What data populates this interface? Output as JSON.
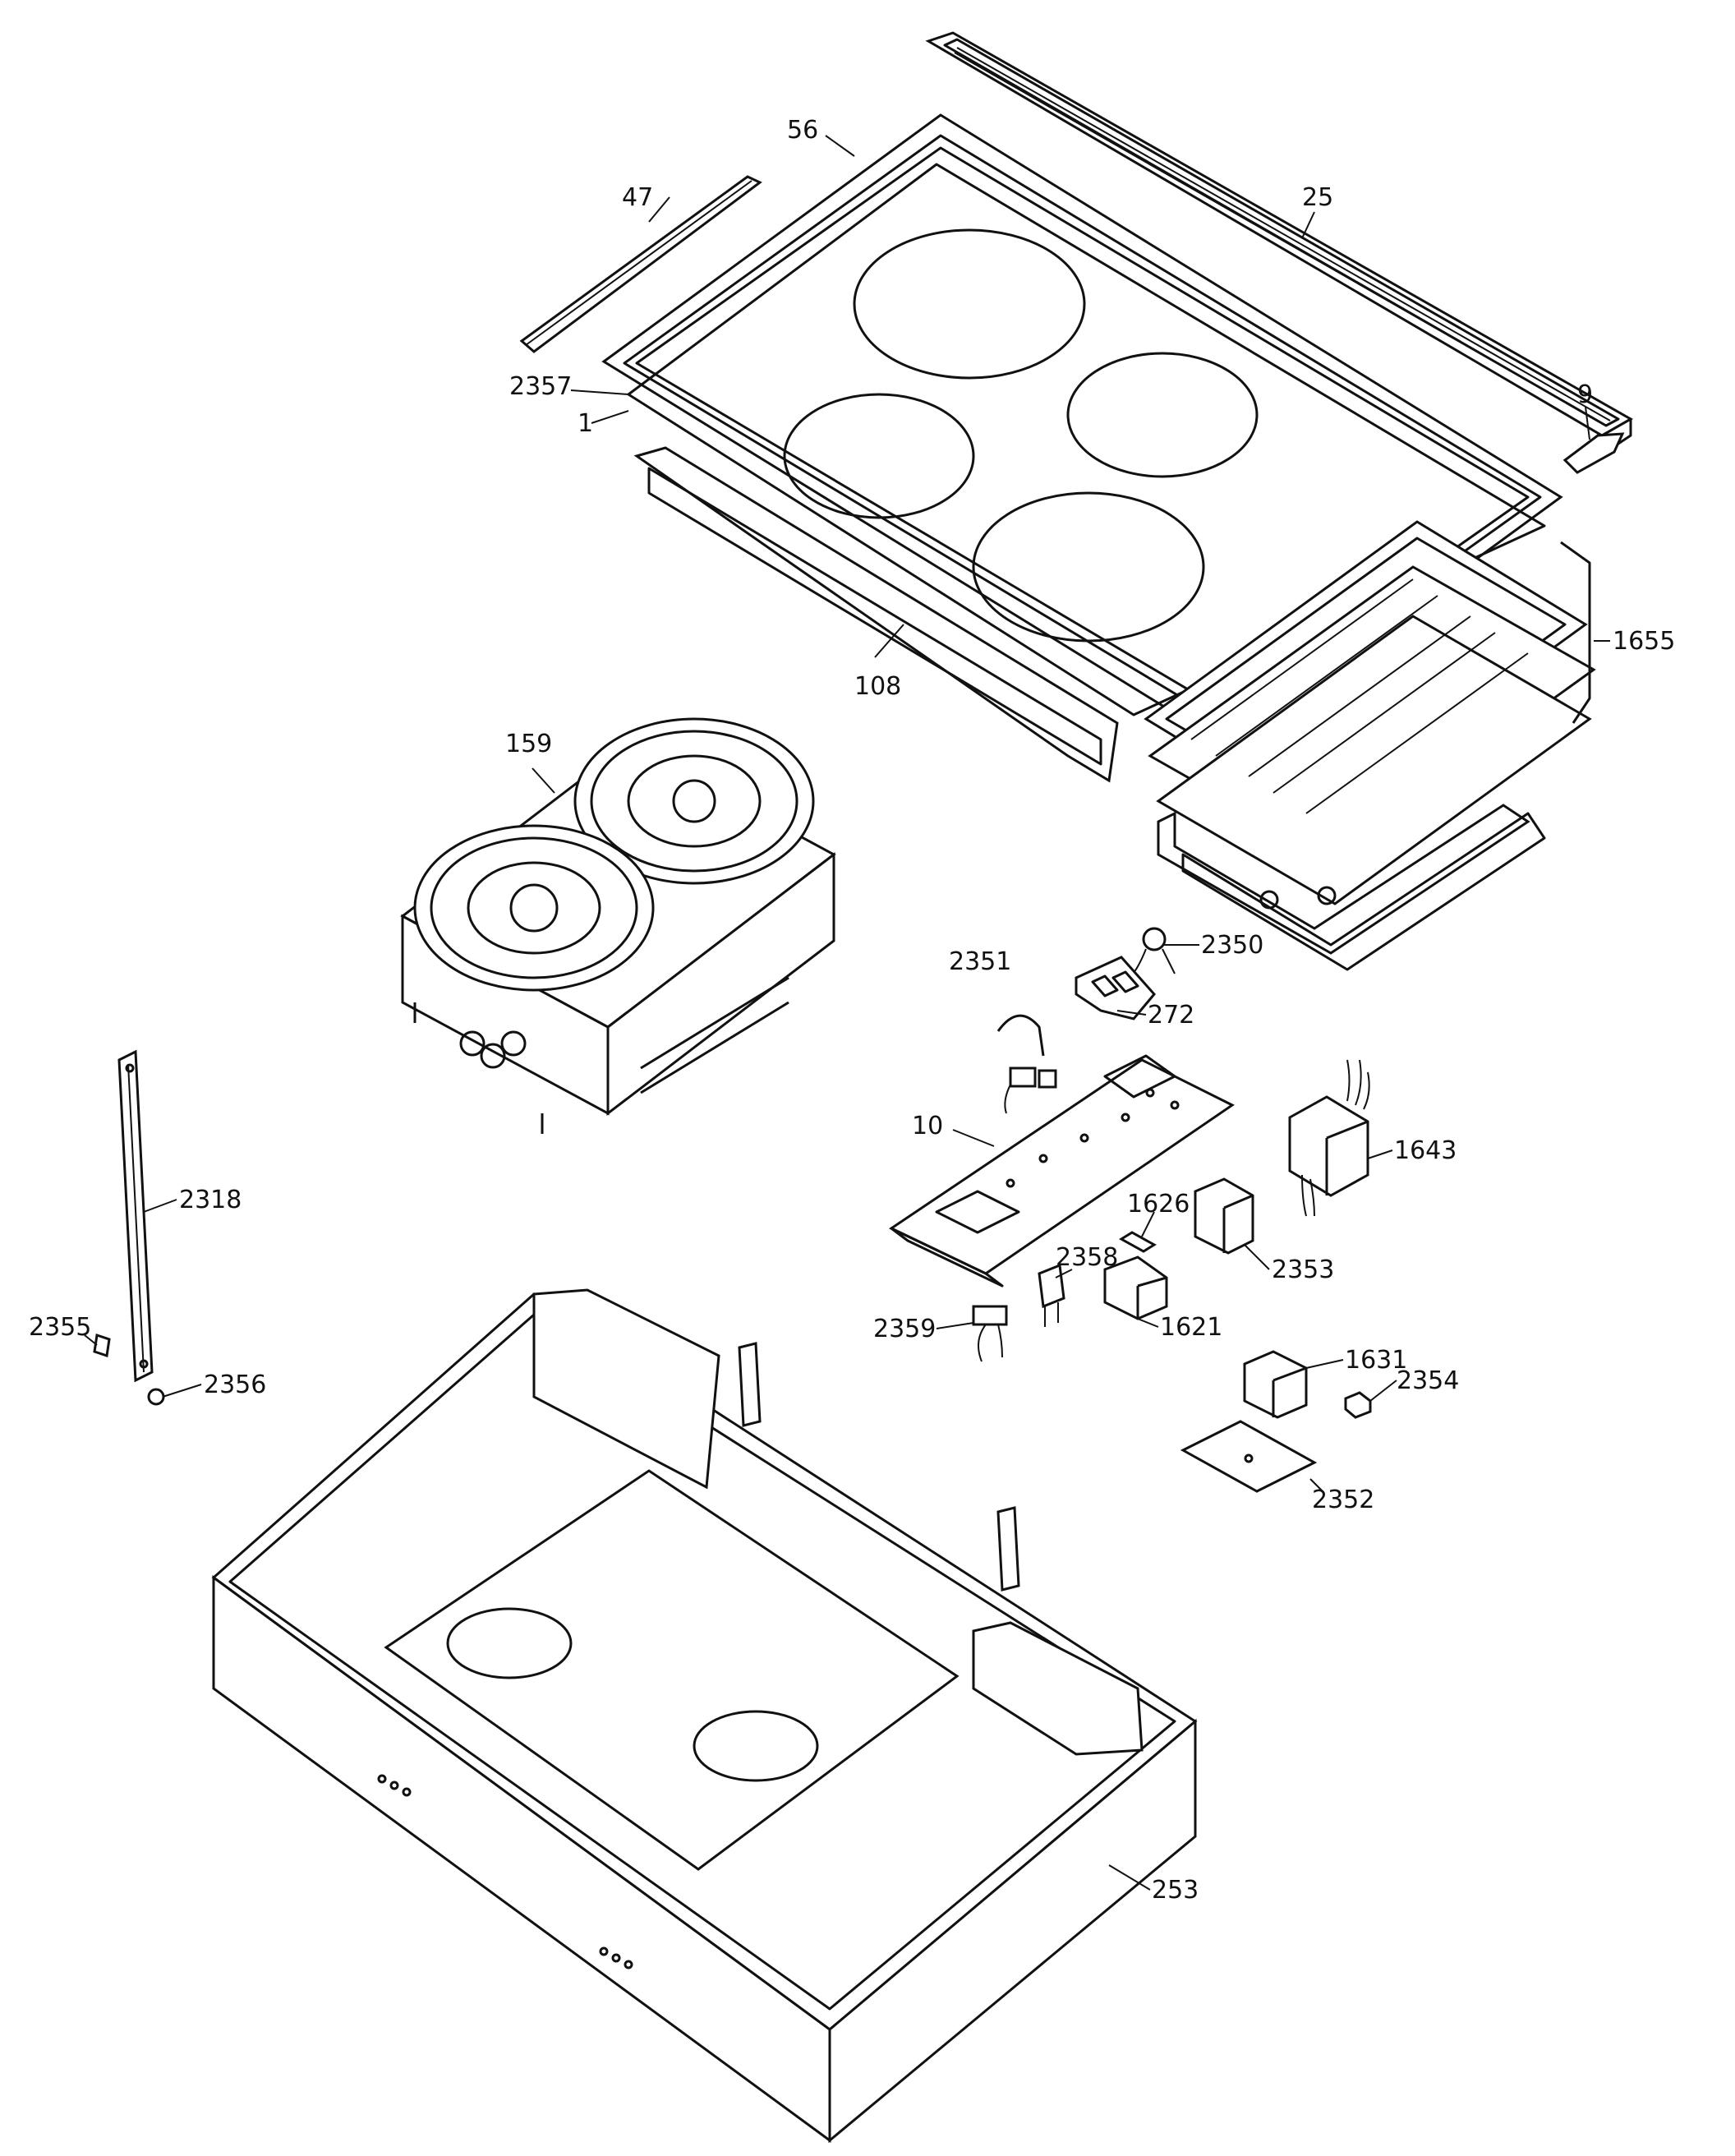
{
  "part_labels": {
    "p1": "1",
    "p9": "9",
    "p10": "10",
    "p25": "25",
    "p47": "47",
    "p56": "56",
    "p108": "108",
    "p159": "159",
    "p253": "253",
    "p272": "272",
    "p1621": "1621",
    "p1626": "1626",
    "p1631": "1631",
    "p1643": "1643",
    "p1655": "1655",
    "p2318": "2318",
    "p2350": "2350",
    "p2351": "2351",
    "p2352": "2352",
    "p2353": "2353",
    "p2354": "2354",
    "p2355": "2355",
    "p2356": "2356",
    "p2357": "2357",
    "p2358": "2358",
    "p2359": "2359"
  }
}
